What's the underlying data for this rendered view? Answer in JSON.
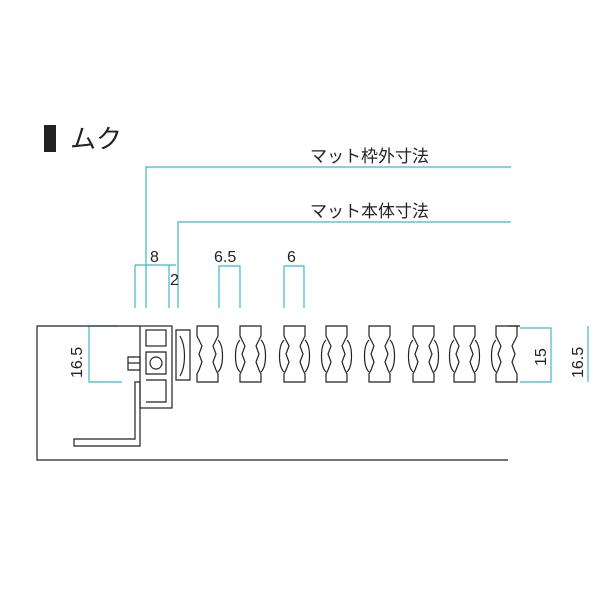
{
  "heading": {
    "title": "ムク"
  },
  "labels": {
    "frame_outer": "マット枠外寸法",
    "body": "マット本体寸法"
  },
  "dimensions": {
    "frame_width": "8",
    "gap": "2",
    "slat_width": "6.5",
    "slat_spacing": "6",
    "height_left": "16.5",
    "height_inner": "15",
    "height_right": "16.5"
  },
  "colors": {
    "outline": "#222222",
    "dimension_line": "#3ab8d4",
    "background": "#ffffff"
  }
}
